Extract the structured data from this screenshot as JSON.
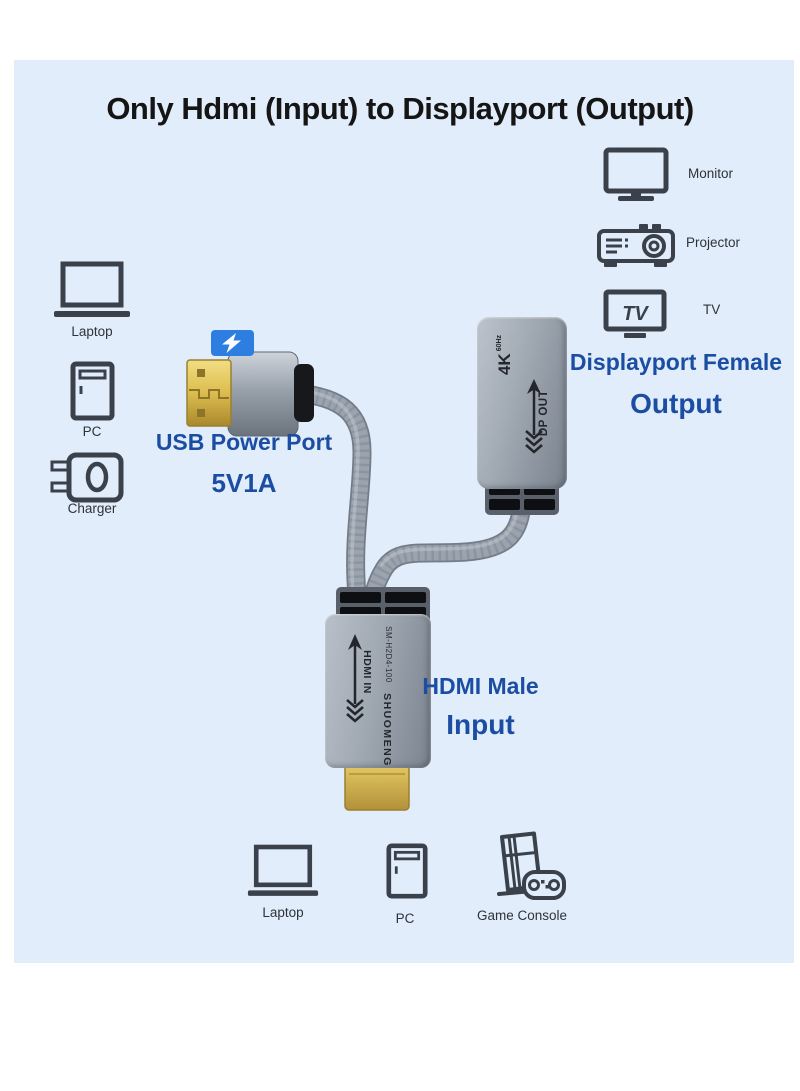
{
  "title": "Only Hdmi (Input) to Displayport (Output)",
  "right_devices": {
    "monitor": "Monitor",
    "projector": "Projector",
    "tv": "TV",
    "tv_glyph": "TV"
  },
  "output_label": {
    "line1": "Displayport Female",
    "line2": "Output"
  },
  "left_devices": {
    "laptop": "Laptop",
    "pc": "PC",
    "charger": "Charger"
  },
  "usb_label": {
    "line1": "USB Power Port",
    "line2": "5V1A"
  },
  "input_label": {
    "line1": "HDMI Male",
    "line2": "Input"
  },
  "bottom_devices": {
    "laptop": "Laptop",
    "pc": "PC",
    "game_console": "Game Console"
  },
  "adapter": {
    "dp_marking_4k": "4K",
    "dp_marking_hz": "60Hz",
    "dp_port": "DP OUT",
    "hdmi_port": "HDMI IN",
    "hdmi_model": "SM-H2D4-100",
    "hdmi_brand": "SHUOMENG"
  },
  "colors": {
    "background_panel": "#e1edfb",
    "accent_text": "#1b4da3",
    "title_text": "#151515",
    "badge_blue": "#2e7ee2",
    "gold": "#d9b94a",
    "metal_gray": "#9aa2ac"
  }
}
